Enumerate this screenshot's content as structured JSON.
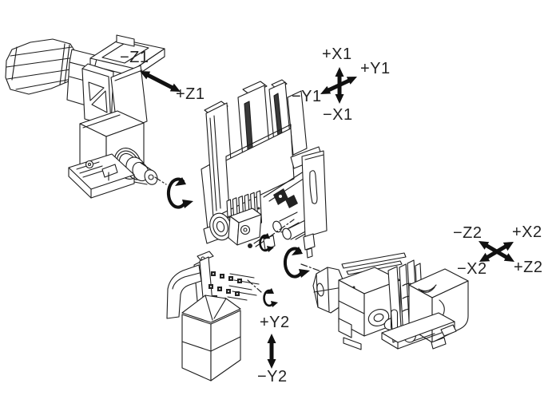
{
  "figure": {
    "title": "Axis direction diagram of machine tool slide units",
    "background_color": "#ffffff",
    "line_color": "#1c1c1c",
    "arrow_color": "#111111",
    "label_color": "#232323"
  },
  "axis_labels": {
    "z1_minus": "−Z1",
    "z1_plus": "+Z1",
    "x1_plus": "+X1",
    "x1_minus": "−X1",
    "y1_plus": "+Y1",
    "y1_minus": "−Y1",
    "z2_minus": "−Z2",
    "z2_plus": "+Z2",
    "x2_plus": "+X2",
    "x2_minus": "−X2",
    "y2_plus": "+Y2",
    "y2_minus": "−Y2"
  },
  "components": [
    {
      "id": "spindle-head-unit",
      "description": "Spindle head with drive motor, upper left"
    },
    {
      "id": "gang-tool-post",
      "description": "Gang tool post with guide rails, center"
    },
    {
      "id": "turret-column",
      "description": "Tool holder column with bit cluster, lower left"
    },
    {
      "id": "cross-slide-unit",
      "description": "Cross slide with motor drive, lower right"
    }
  ],
  "motion_indicators": [
    {
      "id": "z1-linear-arrow",
      "type": "linear",
      "axes": [
        "−Z1",
        "+Z1"
      ]
    },
    {
      "id": "x1-y1-cross-arrow",
      "type": "linear-cross",
      "axes": [
        "+X1",
        "−X1",
        "+Y1",
        "−Y1"
      ]
    },
    {
      "id": "z2-x2-cross-arrow",
      "type": "linear-cross",
      "axes": [
        "−Z2",
        "+Z2",
        "+X2",
        "−X2"
      ]
    },
    {
      "id": "y2-linear-arrow",
      "type": "linear",
      "axes": [
        "+Y2",
        "−Y2"
      ]
    },
    {
      "id": "rotation-arrow-spindle-1",
      "type": "rotation"
    },
    {
      "id": "rotation-arrow-tool-small-1",
      "type": "rotation"
    },
    {
      "id": "rotation-arrow-spindle-2",
      "type": "rotation"
    },
    {
      "id": "rotation-arrow-tool-small-2",
      "type": "rotation"
    }
  ]
}
